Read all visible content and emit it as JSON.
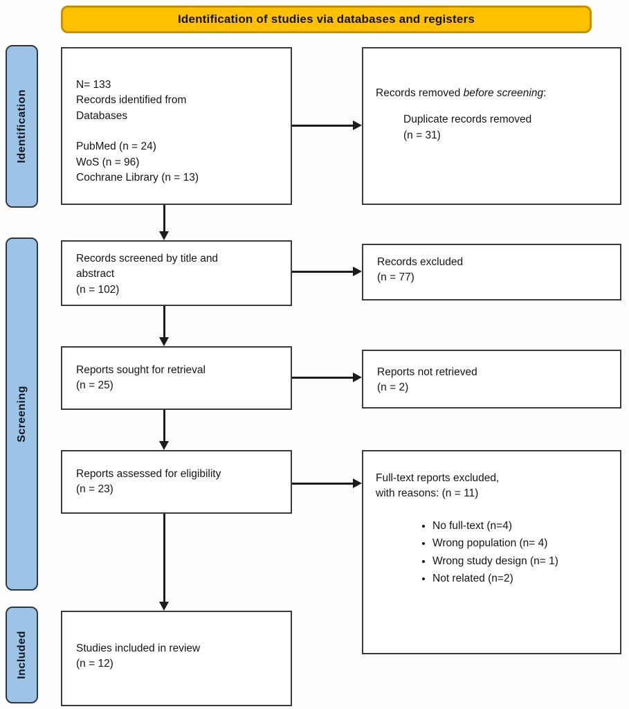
{
  "header": {
    "title": "Identification of studies via databases and registers"
  },
  "stages": {
    "identification": "Identification",
    "screening": "Screening",
    "included": "Included"
  },
  "boxes": {
    "records_identified": {
      "line1": "N= 133",
      "line2": "Records identified from",
      "line3": "Databases",
      "source1": "PubMed (n = 24)",
      "source2": "WoS (n = 96)",
      "source3": "Cochrane Library (n = 13)"
    },
    "records_removed": {
      "prefix": "Records removed ",
      "italic": "before screening",
      "suffix": ":",
      "detail_line1": "Duplicate records removed",
      "detail_line2": "(n = 31)"
    },
    "records_screened": {
      "line1": "Records screened by title and",
      "line2": "abstract",
      "line3": "(n = 102)"
    },
    "records_excluded": {
      "line1": "Records excluded",
      "line2": "(n = 77)"
    },
    "reports_sought": {
      "line1": "Reports sought for retrieval",
      "line2": "(n = 25)"
    },
    "reports_not_retrieved": {
      "line1": "Reports not retrieved",
      "line2": "(n = 2)"
    },
    "reports_assessed": {
      "line1": "Reports assessed for eligibility",
      "line2": "(n = 23)"
    },
    "fulltext_excluded": {
      "line1": "Full-text reports excluded,",
      "line2": "with reasons: (n = 11)",
      "reasons": [
        "No full-text (n=4)",
        "Wrong population (n= 4)",
        "Wrong study design (n= 1)",
        "Not related (n=2)"
      ]
    },
    "studies_included": {
      "line1": "Studies included in review",
      "line2": "(n = 12)"
    }
  },
  "colors": {
    "banner_bg": "#FFC000",
    "banner_border": "#C49000",
    "stage_bg": "#9DC3E6",
    "stage_border": "#2F3640",
    "box_border": "#3A3A3A",
    "arrow": "#1C1C1C"
  }
}
